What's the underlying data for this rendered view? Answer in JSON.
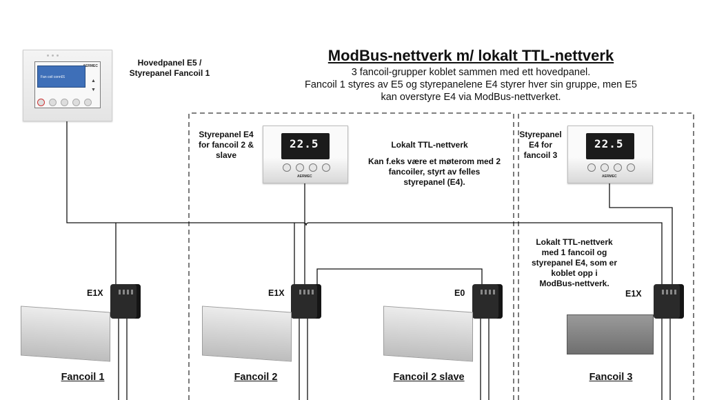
{
  "title": "ModBus-nettverk m/ lokalt TTL-nettverk",
  "subtitle_lines": [
    "3 fancoil-grupper koblet sammen med ett hovedpanel.",
    "Fancoil 1 styres av E5 og styrepanelene E4 styrer hver sin gruppe, men E5",
    "kan overstyre E4 via ModBus-nettverket."
  ],
  "main_panel": {
    "label_line1": "Hovedpanel E5 /",
    "label_line2": "Styrepanel Fancoil 1",
    "screen_text": "Fan coil conn01",
    "logo": "AERMEC"
  },
  "group2": {
    "panel_label_lines": [
      "Styrepanel E4",
      "for fancoil 2 &",
      "slave"
    ],
    "ttl_title": "Lokalt TTL-nettverk",
    "ttl_desc_lines": [
      "Kan f.eks være et møterom med 2",
      "fancoiler, styrt av felles",
      "styrepanel (E4)."
    ],
    "display": "22.5",
    "logo": "AERMEC"
  },
  "group3": {
    "panel_label_lines": [
      "Styrepanel",
      "E4 for",
      "fancoil 3"
    ],
    "ttl_desc_lines": [
      "Lokalt TTL-nettverk",
      "med 1 fancoil og",
      "styrepanel E4, som er",
      "koblet opp i",
      "ModBus-nettverk."
    ],
    "display": "22.5",
    "logo": "AERMEC"
  },
  "units": [
    {
      "code": "E1X",
      "name": "Fancoil 1"
    },
    {
      "code": "E1X",
      "name": "Fancoil 2"
    },
    {
      "code": "E0",
      "name": "Fancoil 2 slave"
    },
    {
      "code": "E1X",
      "name": "Fancoil 3"
    }
  ],
  "colors": {
    "wire": "#111111",
    "dash": "#333333",
    "e5_screen": "#3e6fb8"
  }
}
